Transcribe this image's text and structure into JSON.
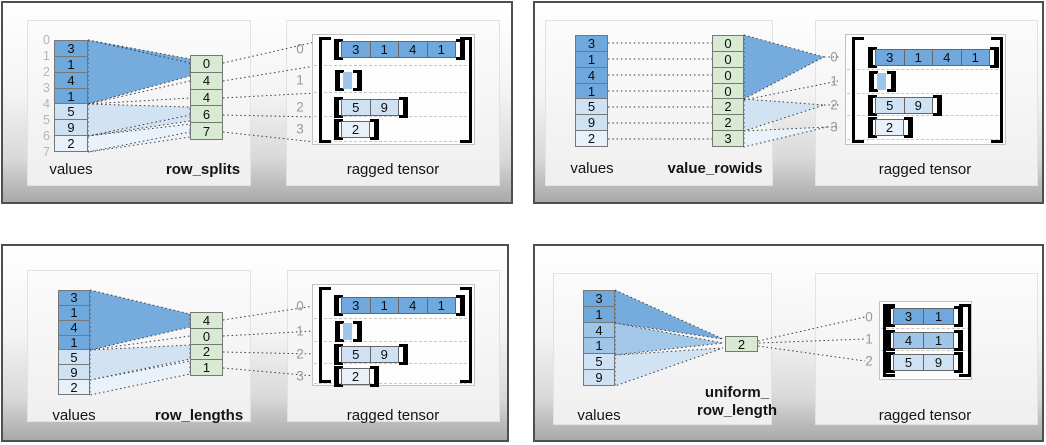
{
  "colors": {
    "dark_blue": "#6fa8dc",
    "medium_blue": "#9fc5e8",
    "light_blue": "#cfe2f3",
    "pale_blue": "#e8f1fa",
    "param_green": "#d9ead3",
    "bracket_black": "#000000",
    "index_gray": "#b5b5b5",
    "row_label_gray": "#999999"
  },
  "panels": [
    {
      "method": "row_splits",
      "values_label": "values",
      "tensor_label": "ragged tensor",
      "indices": [
        "0",
        "1",
        "2",
        "3",
        "4",
        "5",
        "6",
        "7"
      ],
      "values": [
        "3",
        "1",
        "4",
        "1",
        "5",
        "9",
        "2"
      ],
      "param": [
        "0",
        "4",
        "4",
        "6",
        "7"
      ],
      "rows": [
        {
          "label": "0",
          "cells": [
            "3",
            "1",
            "4",
            "1"
          ]
        },
        {
          "label": "1",
          "cells": []
        },
        {
          "label": "2",
          "cells": [
            "5",
            "9"
          ]
        },
        {
          "label": "3",
          "cells": [
            "2"
          ]
        }
      ]
    },
    {
      "method": "value_rowids",
      "values_label": "values",
      "tensor_label": "ragged tensor",
      "values": [
        "3",
        "1",
        "4",
        "1",
        "5",
        "9",
        "2"
      ],
      "param": [
        "0",
        "0",
        "0",
        "0",
        "2",
        "2",
        "3"
      ],
      "rows": [
        {
          "label": "0",
          "cells": [
            "3",
            "1",
            "4",
            "1"
          ]
        },
        {
          "label": "1",
          "cells": []
        },
        {
          "label": "2",
          "cells": [
            "5",
            "9"
          ]
        },
        {
          "label": "3",
          "cells": [
            "2"
          ]
        }
      ]
    },
    {
      "method": "row_lengths",
      "values_label": "values",
      "tensor_label": "ragged tensor",
      "values": [
        "3",
        "1",
        "4",
        "1",
        "5",
        "9",
        "2"
      ],
      "param": [
        "4",
        "0",
        "2",
        "1"
      ],
      "rows": [
        {
          "label": "0",
          "cells": [
            "3",
            "1",
            "4",
            "1"
          ]
        },
        {
          "label": "1",
          "cells": []
        },
        {
          "label": "2",
          "cells": [
            "5",
            "9"
          ]
        },
        {
          "label": "3",
          "cells": [
            "2"
          ]
        }
      ]
    },
    {
      "method_line1": "uniform_",
      "method_line2": "row_length",
      "values_label": "values",
      "tensor_label": "ragged tensor",
      "values": [
        "3",
        "1",
        "4",
        "1",
        "5",
        "9"
      ],
      "param": [
        "2"
      ],
      "rows": [
        {
          "label": "0",
          "cells": [
            "3",
            "1"
          ]
        },
        {
          "label": "1",
          "cells": [
            "4",
            "1"
          ]
        },
        {
          "label": "2",
          "cells": [
            "5",
            "9"
          ]
        }
      ]
    }
  ]
}
